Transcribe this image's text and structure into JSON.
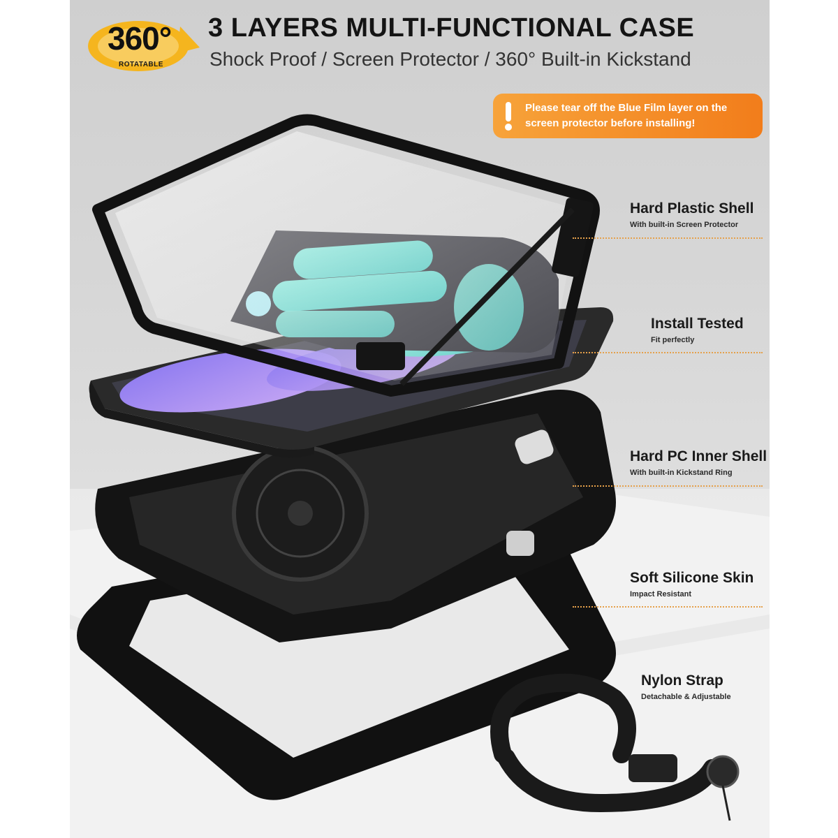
{
  "badge": {
    "number": "360°",
    "sub": "ROTATABLE"
  },
  "header": {
    "title": "3 LAYERS MULTI-FUNCTIONAL CASE",
    "subtitle": "Shock Proof / Screen Protector / 360° Built-in Kickstand"
  },
  "warning": {
    "text": "Please tear off the Blue Film layer on the screen protector before installing!"
  },
  "features": [
    {
      "title": "Hard Plastic Shell",
      "sub": "With built-in Screen Protector"
    },
    {
      "title": "Install Tested",
      "sub": "Fit perfectly"
    },
    {
      "title": "Hard PC Inner Shell",
      "sub": "With built-in Kickstand Ring"
    },
    {
      "title": "Soft Silicone Skin",
      "sub": "Impact Resistant"
    },
    {
      "title": "Nylon Strap",
      "sub": "Detachable & Adjustable"
    }
  ],
  "colors": {
    "accent": "#f27d1b",
    "badge": "#f5b51e",
    "dot_line": "#e5a04a",
    "case": "#111111"
  },
  "icons": [
    "warning-icon"
  ]
}
